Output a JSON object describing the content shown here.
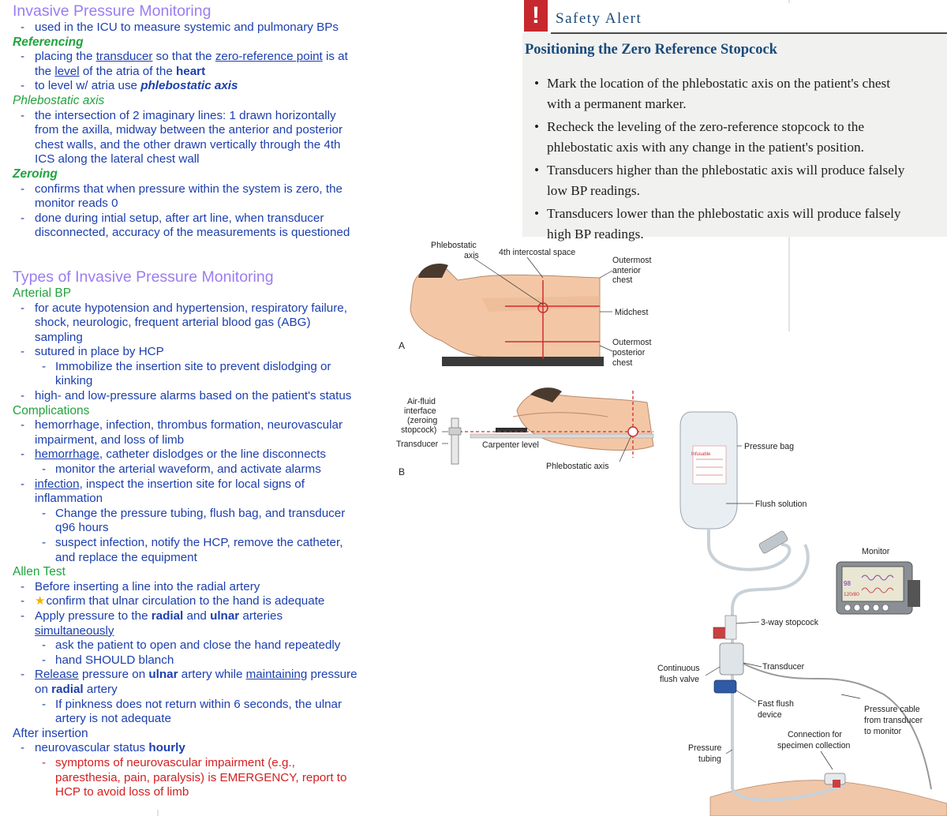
{
  "notes": {
    "title": "Invasive Pressure Monitoring",
    "intro": "used in the ICU to measure systemic and pulmonary BPs",
    "referencing": {
      "heading": "Referencing",
      "b1": [
        "placing the ",
        "transducer",
        " so that the ",
        "zero-reference point",
        " is at"
      ],
      "b1_cont": [
        "the ",
        "level",
        " of the atria of the ",
        "heart"
      ],
      "b2": [
        "to level w/ atria use ",
        "phlebostatic axis"
      ]
    },
    "phlebostatic": {
      "heading": "Phlebostatic axis",
      "lines": [
        "the intersection of 2 imaginary lines: 1 drawn horizontally",
        "from the axilla, midway between the anterior and posterior",
        "chest walls, and the other drawn vertically through the 4th",
        "ICS along the lateral chest wall"
      ]
    },
    "zeroing": {
      "heading": "Zeroing",
      "b1": [
        "confirms that when pressure within the system is zero, the",
        "monitor reads 0"
      ],
      "b2": [
        "done during intial setup, after art line, when transducer",
        "disconnected, accuracy of the measurements is questioned"
      ]
    },
    "types_title": "Types of Invasive Pressure Monitoring",
    "arterial": {
      "heading": "Arterial BP",
      "b1": [
        "for acute hypotension and hypertension, respiratory failure,",
        "shock, neurologic, frequent arterial blood gas (ABG)",
        "sampling"
      ],
      "b2": "sutured in place by HCP",
      "b2_sub": [
        "Immobilize the insertion site to prevent dislodging or",
        "kinking"
      ],
      "b3": "high- and low-pressure alarms based on the patient's status"
    },
    "complications": {
      "heading": "Complications",
      "b1": [
        "hemorrhage, infection, thrombus formation, neurovascular",
        "impairment, and loss of limb"
      ],
      "b2": [
        "hemorrhage",
        ", catheter dislodges or the line disconnects"
      ],
      "b2_sub": "monitor the arterial waveform, and activate alarms",
      "b3": [
        "infection",
        ", inspect the insertion site for local signs of"
      ],
      "b3_cont": "inflammation",
      "b3_sub1": [
        "Change the pressure tubing, flush bag, and transducer",
        "q96 hours"
      ],
      "b3_sub2": [
        "suspect infection, notify the HCP, remove the catheter,",
        "and replace the equipment"
      ]
    },
    "allen": {
      "heading": "Allen Test",
      "b1": "Before inserting a line into the radial artery",
      "b2": "confirm that ulnar circulation to the hand is adequate",
      "b3": [
        "Apply pressure to the ",
        "radial",
        " and ",
        "ulnar",
        " arteries"
      ],
      "b3_cont": "simultaneously",
      "b3_sub1": "ask the patient to open and close the hand repeatedly",
      "b3_sub2": "hand SHOULD blanch",
      "b4": [
        "Release",
        " pressure on ",
        "ulnar",
        " artery while ",
        "maintaining",
        " pressure"
      ],
      "b4_cont": [
        "on ",
        "radial",
        " artery"
      ],
      "b4_sub": [
        "If pinkness does not return within 6 seconds, the ulnar",
        "artery is not adequate"
      ]
    },
    "after": {
      "heading": "After insertion",
      "b1": [
        "neurovascular status ",
        "hourly"
      ],
      "b1_sub": [
        "symptoms of neurovascular impairment (e.g.,",
        "paresthesia, pain, paralysis) is EMERGENCY, report to",
        "HCP to avoid loss of limb"
      ]
    }
  },
  "alert": {
    "icon": "!",
    "title": "Safety Alert",
    "subtitle": "Positioning the Zero Reference Stopcock",
    "items": [
      [
        "Mark the location of the phlebostatic axis on the patient's chest",
        "with a permanent marker."
      ],
      [
        "Recheck the leveling of the zero-reference stopcock to the",
        "phlebostatic axis with any change in the patient's position."
      ],
      [
        "Transducers higher than the phlebostatic axis will produce falsely",
        "low BP readings."
      ],
      [
        "Transducers lower than the phlebostatic axis will produce falsely",
        "high BP readings."
      ]
    ]
  },
  "figure": {
    "label_a": "A",
    "label_b": "B",
    "phlebostatic_axis_top": [
      "Phlebostatic",
      "axis"
    ],
    "fourth_ics": "4th intercostal space",
    "outermost_anterior": [
      "Outermost",
      "anterior",
      "chest"
    ],
    "midchest": "Midchest",
    "outermost_posterior": [
      "Outermost",
      "posterior",
      "chest"
    ],
    "air_fluid": [
      "Air-fluid",
      "interface",
      "(zeroing",
      "stopcock)"
    ],
    "transducer_b": "Transducer",
    "carpenter_level": "Carpenter level",
    "phlebostatic_axis_b": "Phlebostatic axis",
    "pressure_bag": "Pressure bag",
    "bag_brand": "Infusable",
    "flush_solution": "Flush solution",
    "monitor": "Monitor",
    "monitor_values": [
      "98",
      "120/80"
    ],
    "three_way_stopcock": "3-way stopcock",
    "transducer": "Transducer",
    "continuous_flush": [
      "Continuous",
      "flush valve"
    ],
    "fast_flush": [
      "Fast flush",
      "device"
    ],
    "pressure_cable": [
      "Pressure cable",
      "from transducer",
      "to monitor"
    ],
    "connection": [
      "Connection for",
      "specimen collection"
    ],
    "pressure_tubing": [
      "Pressure",
      "tubing"
    ]
  }
}
